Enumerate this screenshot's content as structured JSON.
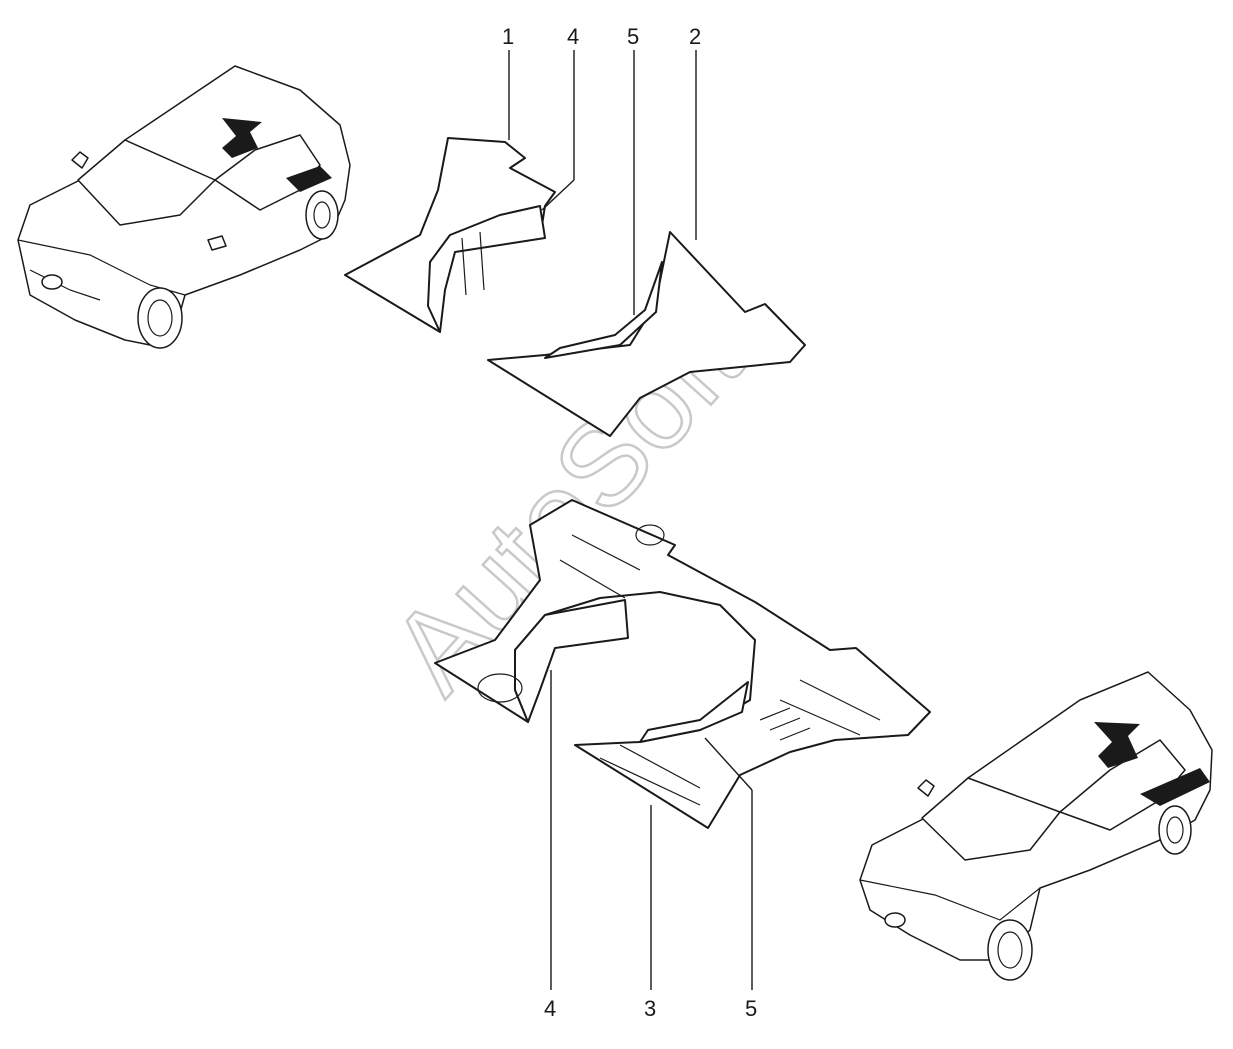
{
  "watermark": "AutoSoft",
  "callouts": {
    "top_1": "1",
    "top_4": "4",
    "top_5": "5",
    "top_2": "2",
    "bottom_4": "4",
    "bottom_3": "3",
    "bottom_5": "5"
  },
  "colors": {
    "line": "#1a1a1a",
    "background": "#ffffff",
    "watermark": "#c9c9c9"
  }
}
